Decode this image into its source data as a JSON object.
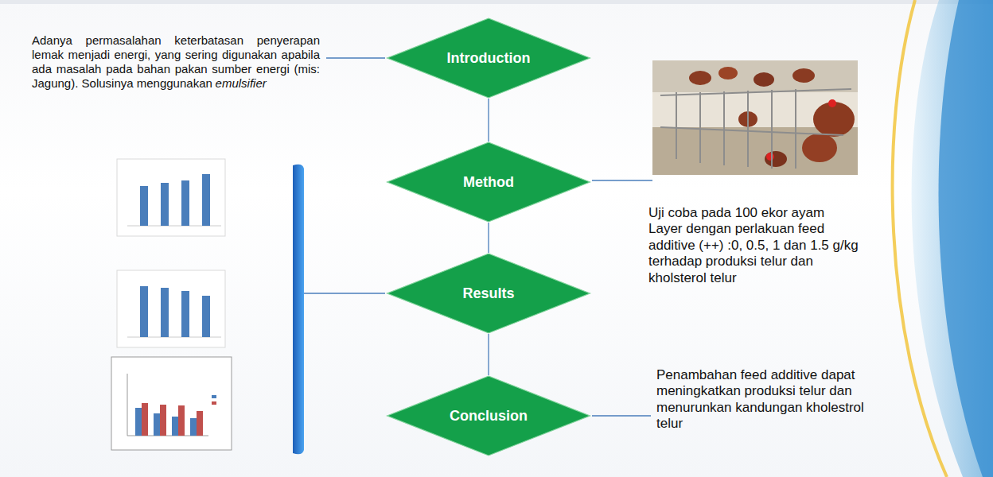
{
  "diagram": {
    "nodes": [
      {
        "text": [
          "Introduction"
        ]
      },
      {
        "text": [
          "Method"
        ]
      },
      {
        "text": [
          "Results"
        ]
      },
      {
        "text": [
          "Conclusion"
        ]
      }
    ],
    "edges": [
      {
        "from": 0,
        "to": 1,
        "arrow": "none"
      },
      {
        "from": 1,
        "to": 2,
        "arrow": "none"
      },
      {
        "from": 2,
        "to": 3,
        "arrow": "none"
      }
    ],
    "labels": [
      "Adanya permasalahan keterbatasan penyerapan lemak menjadi energi, yang sering digunakan apabila ada masalah pada bahan pakan sumber energi (mis: Jagung). Solusinya menggunakan",
      "emulsifier",
      "Uji coba pada 100 ekor ayam Layer dengan perlakuan feed additive (++) :0, 0.5, 1 dan 1.5 g/kg terhadap produksi telur dan kholsterol telur",
      "Penambahan feed additive dapat meningkatkan produksi telur dan menurunkan kandungan kholestrol telur"
    ]
  }
}
